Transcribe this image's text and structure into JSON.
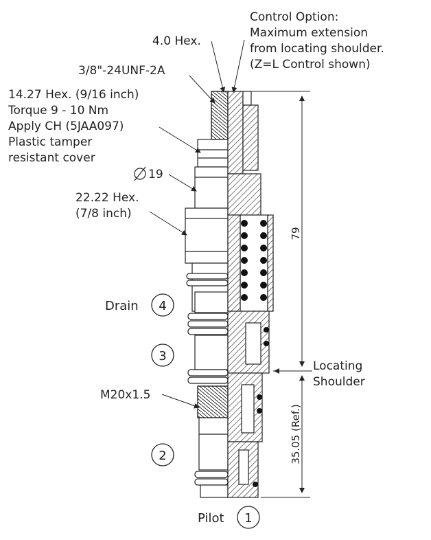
{
  "callouts": {
    "control_option": [
      "Control Option:",
      "Maximum extension",
      "from locating shoulder.",
      "(Z=L Control shown)"
    ],
    "hex_4": "4.0 Hex.",
    "thread": "3/8\"-24UNF-2A",
    "hex_14": [
      "14.27 Hex. (9/16 inch)",
      "Torque 9 - 10 Nm",
      "Apply CH (5JAA097)",
      "Plastic tamper",
      "resistant cover"
    ],
    "diameter": "19",
    "hex_22": [
      "22.22 Hex.",
      "(7/8 inch)"
    ],
    "m20": "M20x1.5"
  },
  "ports": {
    "drain_label": "Drain",
    "drain_num": "4",
    "port3_num": "3",
    "port2_num": "2",
    "pilot_label": "Pilot",
    "pilot_num": "1"
  },
  "dimensions": {
    "total_length": "79",
    "ref_length": "35.05 (Ref.)",
    "locating_shoulder": [
      "Locating",
      "Shoulder"
    ]
  },
  "colors": {
    "line": "#222222",
    "hatch": "#333333"
  }
}
